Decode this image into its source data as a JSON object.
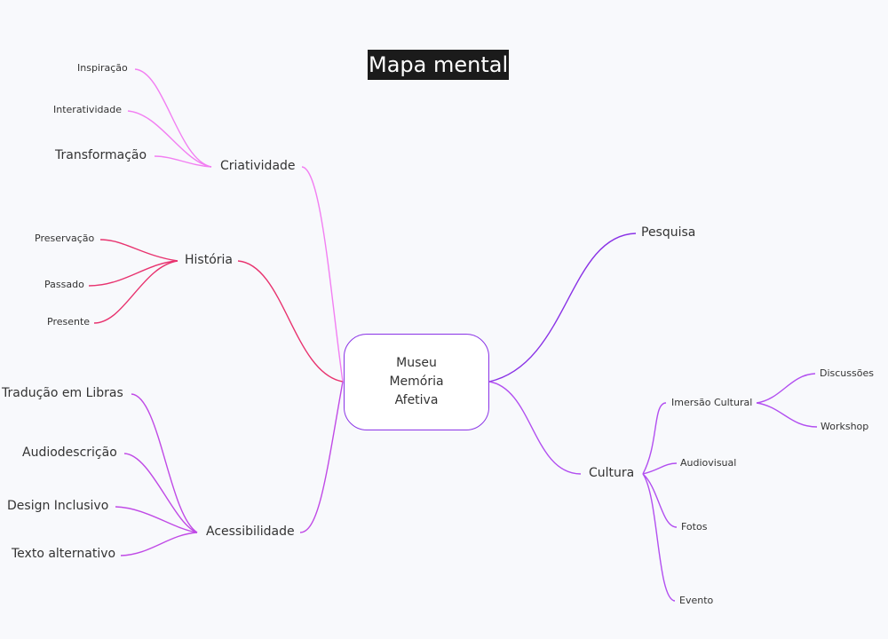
{
  "title": "Mapa mental",
  "root": {
    "lines": [
      "Museu",
      "Memória",
      "Afetiva"
    ]
  },
  "colors": {
    "background": "#f8f9fc",
    "title_bg": "#1b1b1b",
    "root_border": "#8a33e6",
    "criatividade": "#f27ff2",
    "historia": "#e8336f",
    "acessibilidade": "#c04ae6",
    "pesquisa": "#8a33e6",
    "cultura": "#b24ff0"
  },
  "branches": {
    "criatividade": {
      "label": "Criatividade",
      "children": [
        "Inspiração",
        "Interatividade",
        "Transformação"
      ]
    },
    "historia": {
      "label": "História",
      "children": [
        "Preservação",
        "Passado",
        "Presente"
      ]
    },
    "acessibilidade": {
      "label": "Acessibilidade",
      "children": [
        "Tradução em Libras",
        "Audiodescrição",
        "Design Inclusivo",
        "Texto alternativo"
      ]
    },
    "pesquisa": {
      "label": "Pesquisa"
    },
    "cultura": {
      "label": "Cultura",
      "imersao": {
        "label": "Imersão Cultural",
        "children": [
          "Discussões",
          "Workshop"
        ]
      },
      "children": [
        "Audiovisual",
        "Fotos",
        "Evento"
      ]
    }
  }
}
